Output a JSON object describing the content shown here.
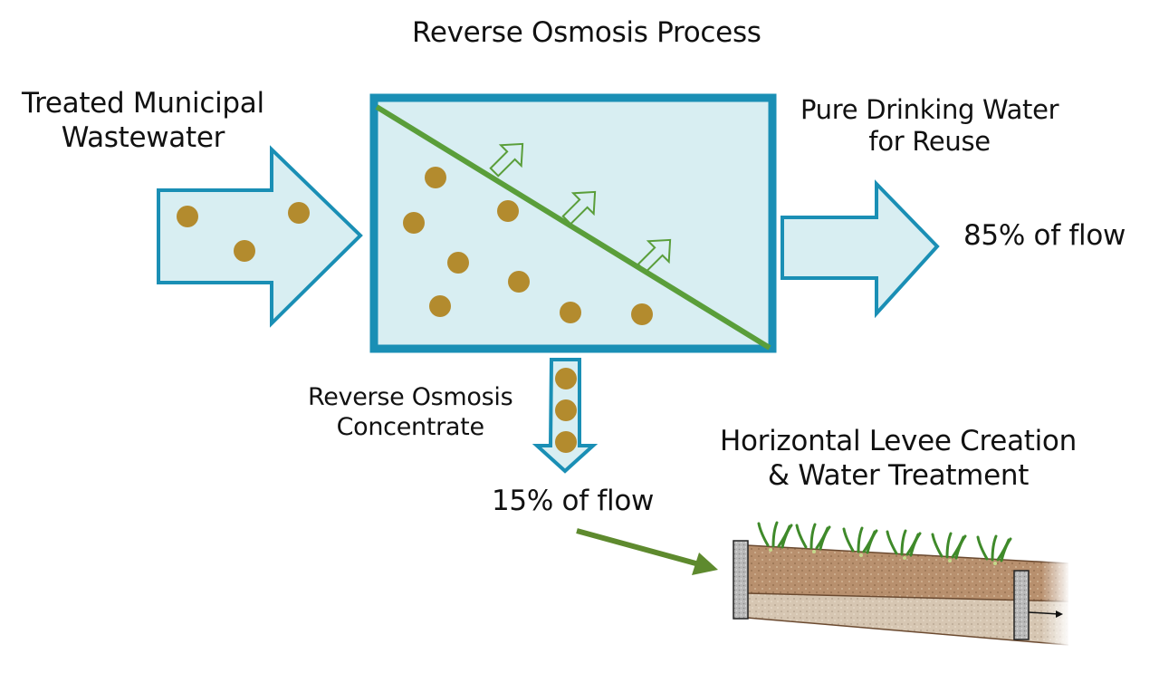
{
  "title": "Reverse Osmosis Process",
  "inflow": {
    "line1": "Treated Municipal",
    "line2": "Wastewater"
  },
  "outflow": {
    "line1": "Pure Drinking Water",
    "line2": "for Reuse",
    "percent": "85% of flow"
  },
  "concentrate": {
    "line1": "Reverse Osmosis",
    "line2": "Concentrate",
    "percent": "15% of flow"
  },
  "levee": {
    "line1": "Horizontal Levee Creation",
    "line2": "& Water Treatment"
  },
  "colors": {
    "box_border": "#1a8fb5",
    "water_fill": "#d8eef2",
    "membrane": "#5a9e3a",
    "particle": "#b38b2e",
    "flow_arrow": "#5e8a2e",
    "soil": "#b59272"
  }
}
